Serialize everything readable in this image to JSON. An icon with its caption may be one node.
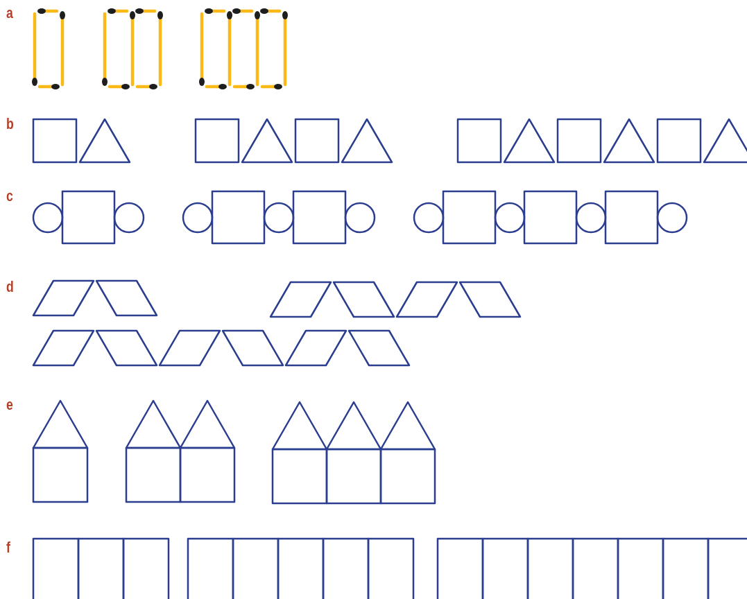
{
  "diagram": {
    "labels": [
      "a",
      "b",
      "c",
      "d",
      "e",
      "f"
    ]
  }
}
